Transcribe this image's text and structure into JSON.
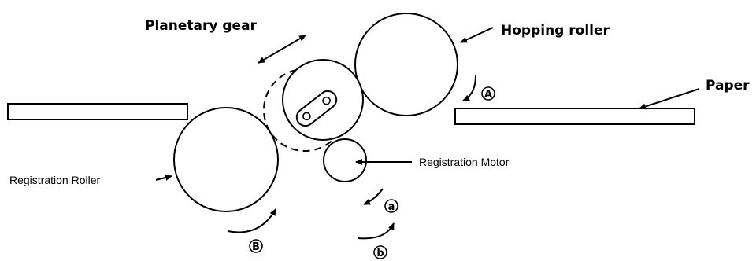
{
  "labels": {
    "planetary_gear": "Planetary gear",
    "hopping_roller": "Hopping roller",
    "paper": "Paper",
    "registration_roller": "Registration Roller",
    "registration_motor": "Registration Motor"
  },
  "markers": {
    "A": "A",
    "B": "B",
    "a": "a",
    "b": "b"
  }
}
